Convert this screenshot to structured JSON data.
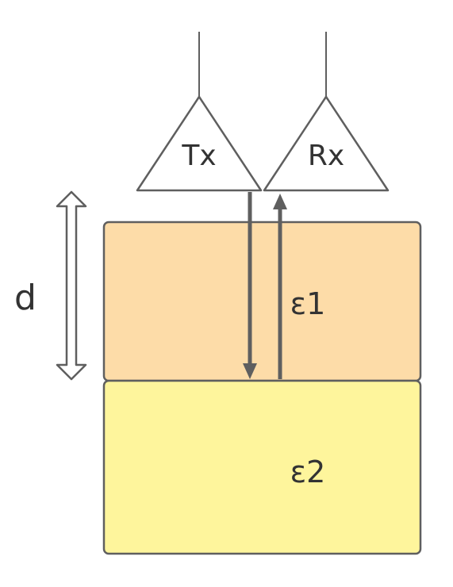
{
  "antennas": {
    "transmitter_label": "Tx",
    "receiver_label": "Rx"
  },
  "layers": {
    "upper_permittivity_label": "ε1",
    "lower_permittivity_label": "ε2"
  },
  "thickness_label": "d",
  "colors": {
    "upper_layer_fill": "#fddca8",
    "lower_layer_fill": "#fef59c",
    "stroke": "#5f5f5f",
    "text": "#333333"
  }
}
